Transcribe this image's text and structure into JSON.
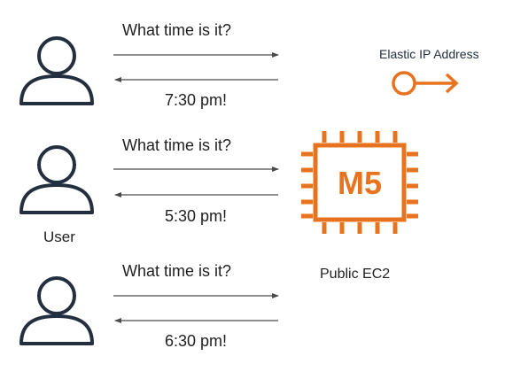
{
  "rows": [
    {
      "question": "What time is it?",
      "answer": "7:30 pm!"
    },
    {
      "question": "What time is it?",
      "answer": "5:30 pm!"
    },
    {
      "question": "What time is it?",
      "answer": "6:30 pm!"
    }
  ],
  "user": {
    "label": "User",
    "icon": "user-icon"
  },
  "instance": {
    "chip_text": "M5",
    "label": "Public EC2",
    "icon": "ec2-instance-icon",
    "color": "#e8731f"
  },
  "elastic_ip": {
    "label": "Elastic IP Address",
    "icon": "elastic-ip-icon",
    "color": "#e8731f"
  },
  "colors": {
    "user_outline": "#232f3e",
    "arrow": "#4a4a4a",
    "text": "#1f1f1f"
  }
}
